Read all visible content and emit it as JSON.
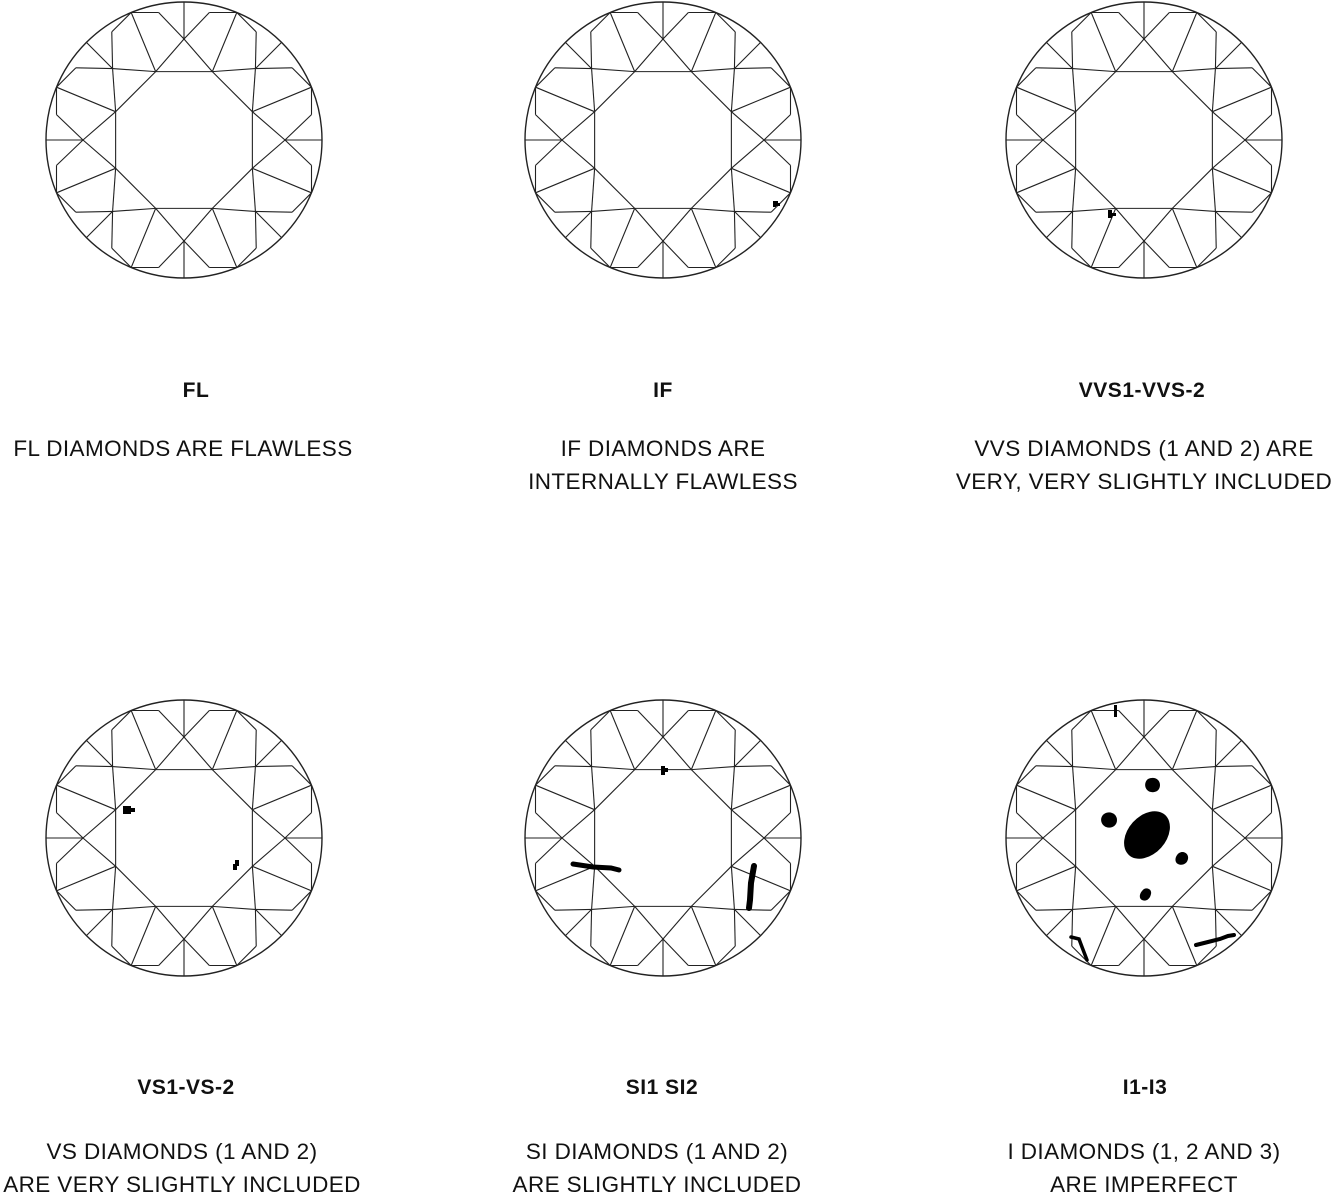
{
  "grades": [
    {
      "code": "FL",
      "lines": [
        "FL DIAMONDS ARE FLAWLESS"
      ]
    },
    {
      "code": "IF",
      "lines": [
        "IF DIAMONDS ARE",
        "INTERNALLY FLAWLESS"
      ]
    },
    {
      "code": "VVS1-VVS-2",
      "lines": [
        "VVS DIAMONDS (1 AND 2) ARE",
        "VERY, VERY SLIGHTLY INCLUDED"
      ]
    },
    {
      "code": "VS1-VS-2",
      "lines": [
        "VS DIAMONDS (1 AND 2)",
        "ARE VERY SLIGHTLY INCLUDED"
      ]
    },
    {
      "code": "SI1 SI2",
      "lines": [
        "SI DIAMONDS (1 AND 2)",
        "ARE SLIGHTLY INCLUDED"
      ]
    },
    {
      "code": "I1-I3",
      "lines": [
        "I DIAMONDS (1, 2 AND 3)",
        "ARE IMPERFECT"
      ]
    }
  ],
  "colors": {
    "outline": "#222222",
    "inclusion": "#000000",
    "text": "#111111"
  }
}
